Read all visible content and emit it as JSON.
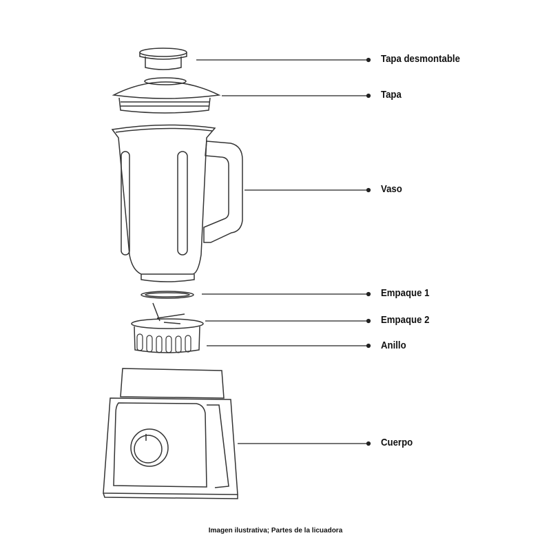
{
  "labels": {
    "tapa_desmontable": "Tapa desmontable",
    "tapa": "Tapa",
    "vaso": "Vaso",
    "empaque_1": "Empaque 1",
    "empaque_2": "Empaque 2",
    "anillo": "Anillo",
    "cuerpo": "Cuerpo"
  },
  "caption": "Imagen ilustrativa; Partes de la licuadora",
  "colors": {
    "line": "#222222",
    "text": "#111111"
  }
}
